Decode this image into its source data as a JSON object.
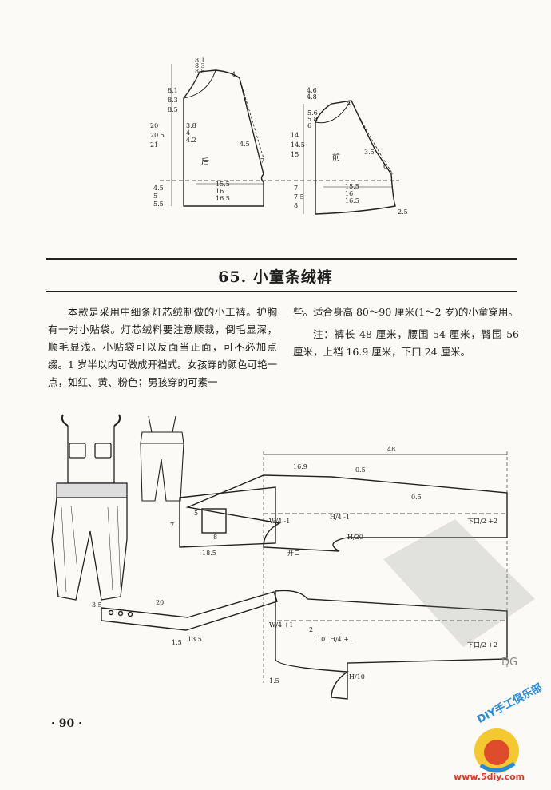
{
  "section_title": "65. 小童条绒裤",
  "description": {
    "left_text": "本款是采用中细条灯芯绒制做的小工裤。护胸有一对小贴袋。灯芯绒料要注意顺裁，倒毛显深，顺毛显浅。小贴袋可以反面当正面，可不必加点缀。1 岁半以内可做成开裆式。女孩穿的颜色可艳一点，如红、黄、粉色；男孩穿的可素一",
    "right_text": "些。适合身高 80～90 厘米(1～2 岁)的小童穿用。",
    "note": "注：裤长 48 厘米，腰围 54 厘米，臀围 56 厘米，上裆 16.9 厘米，下口 24 厘米。"
  },
  "page_number": "· 90 ·",
  "top_diagram": {
    "back_label": "后",
    "front_label": "前",
    "back_top": [
      "8.1",
      "8.3",
      "8.5"
    ],
    "back_neck_left": [
      "8.1",
      "8.3",
      "8.5"
    ],
    "back_shoulder": "4",
    "back_length": [
      "20",
      "20.5",
      "21"
    ],
    "back_armhole": [
      "3.8",
      "4",
      "4.2"
    ],
    "back_side_mark": "4.5",
    "back_side_mark2": "7",
    "back_width": [
      "15.5",
      "16",
      "16.5"
    ],
    "back_bottom": [
      "4.5",
      "5",
      "5.5"
    ],
    "front_top": [
      "4.6",
      "4.8"
    ],
    "front_neck": [
      "5.6",
      "5.8",
      "6"
    ],
    "front_shoulder": "4",
    "front_length": [
      "14",
      "14.5",
      "15"
    ],
    "front_side_mark": "3.5",
    "front_side_mark2": "6",
    "front_width": [
      "15.5",
      "16",
      "16.5"
    ],
    "front_bottom": [
      "7",
      "7.5",
      "8"
    ],
    "front_hem": "2.5"
  },
  "pants_diagram": {
    "length": "48",
    "rise": "16.9",
    "waist_mark": "0.5",
    "opening": "开口",
    "pocket_side": "7",
    "pocket_w": "8",
    "pocket_h": "5",
    "bib_h": "18.5",
    "strap_top": "3.5",
    "strap_len": "20",
    "strap_side": "13.5",
    "strap_mark": "1.5",
    "hem_formula": "下口/2 +2",
    "w_formula": "W/4 -1",
    "w_formula2": "W/4 +1",
    "h_formula": "H/4 -1",
    "h_formula2": "H/4 +1",
    "h_20": "H/20",
    "h_10": "H/10",
    "dart": "0.5",
    "crotch_mark": "1.5",
    "mark_10": "10",
    "mark_2": "2"
  },
  "watermark": {
    "site_logo": "DIY手工俱乐部",
    "site_url": "www.5diy.com",
    "side_text": "DG"
  }
}
